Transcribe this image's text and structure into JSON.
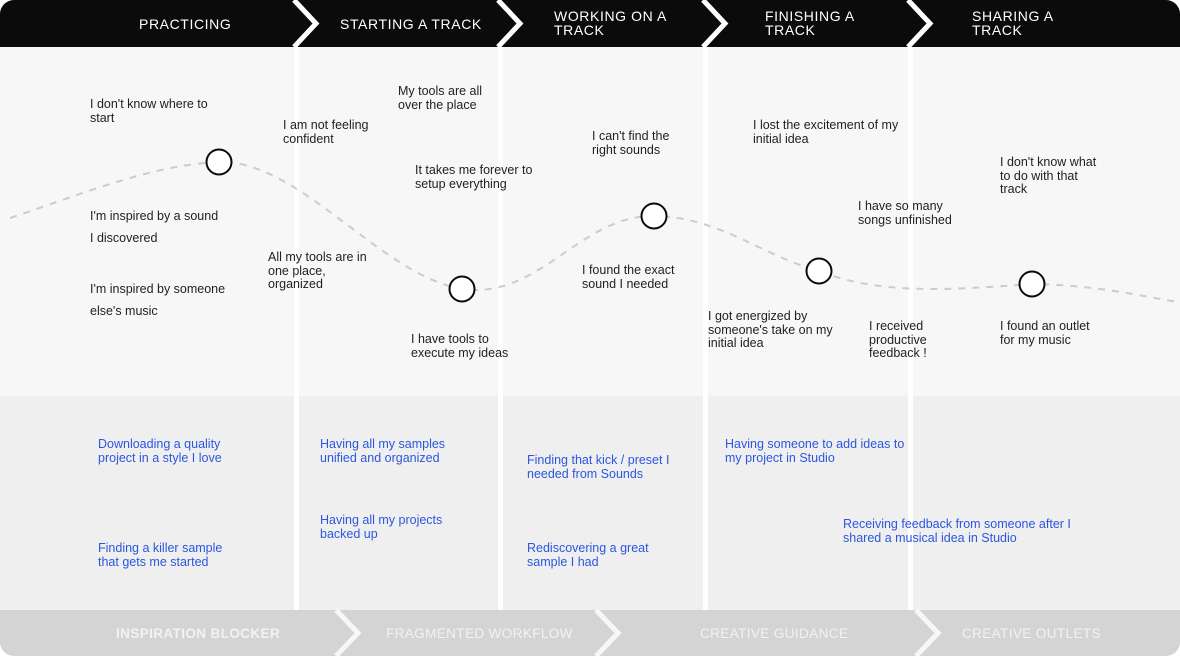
{
  "stages": [
    {
      "label": "PRACTICING"
    },
    {
      "label": "STARTING A TRACK"
    },
    {
      "label": "WORKING ON A TRACK"
    },
    {
      "label": "FINISHING A TRACK"
    },
    {
      "label": "SHARING A TRACK"
    }
  ],
  "thoughts": {
    "practicing": [
      "I don't know where to start",
      "I'm inspired by a sound I discovered",
      "I'm inspired by someone else's music"
    ],
    "starting": [
      "I am not feeling confident",
      "My tools are all over the place",
      "It takes me forever to setup everything",
      "All my tools are in one place, organized",
      "I have tools to execute my ideas"
    ],
    "working": [
      "I can't find the right sounds",
      "I found the exact sound I needed"
    ],
    "finishing": [
      "I lost the excitement of my initial idea",
      "I have so many songs unfinished",
      "I got energized by someone's take on my initial idea",
      "I received productive feedback !"
    ],
    "sharing": [
      "I don't know what to do with that track",
      "I found an outlet for my music"
    ]
  },
  "opportunities": [
    "Downloading a quality project in a style I love",
    "Finding a killer sample that gets me started",
    "Having all my samples unified and organized",
    "Having all my projects backed up",
    "Finding that kick / preset I needed from Sounds",
    "Rediscovering a  great sample I had",
    "Having someone to add ideas to my project in Studio",
    "Receiving feedback from someone after I shared a musical idea in Studio"
  ],
  "themes": [
    {
      "label": "INSPIRATION BLOCKER"
    },
    {
      "label": "FRAGMENTED WORKFLOW"
    },
    {
      "label": "CREATIVE GUIDANCE"
    },
    {
      "label": "CREATIVE OUTLETS"
    }
  ],
  "colors": {
    "header_bg": "#0b0b0b",
    "opportunity_text": "#2b57e0",
    "footer_bg": "#d4d4d4",
    "curve": "#cccccc"
  }
}
